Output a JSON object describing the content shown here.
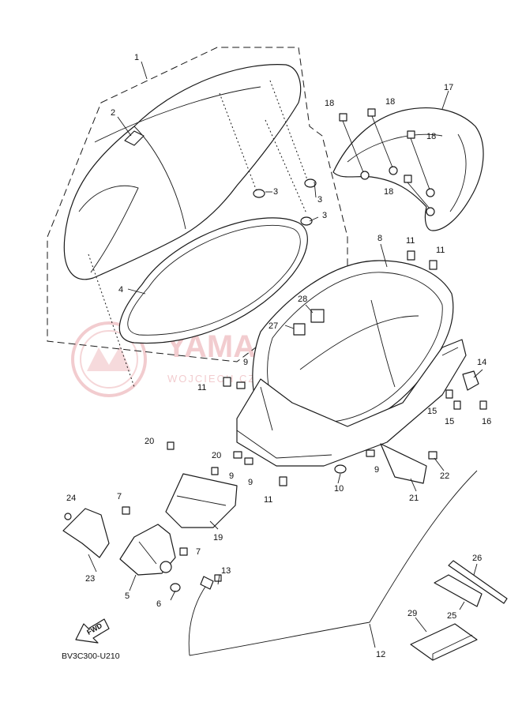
{
  "diagram": {
    "reference_code": "BV3C300-U210",
    "fwd_label": "FWD",
    "watermark": {
      "title": "YAMASKLEP.PL",
      "subtitle": "WOJCIECH CZ · DEALER YAMAHA"
    },
    "callouts": [
      "1",
      "2",
      "3",
      "3",
      "3",
      "4",
      "5",
      "6",
      "7",
      "7",
      "8",
      "9",
      "9",
      "9",
      "9",
      "10",
      "11",
      "11",
      "11",
      "11",
      "12",
      "13",
      "14",
      "15",
      "15",
      "16",
      "17",
      "18",
      "18",
      "18",
      "18",
      "19",
      "20",
      "20",
      "21",
      "22",
      "23",
      "24",
      "25",
      "26",
      "27",
      "28",
      "29"
    ]
  }
}
